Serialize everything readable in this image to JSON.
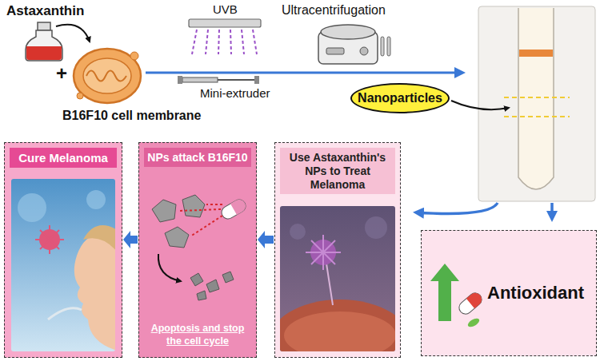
{
  "diagram": {
    "nodes": [
      {
        "text": [
          "Nanoparticles"
        ]
      },
      {
        "text": [
          "Cure Melanoma"
        ]
      },
      {
        "text": [
          "NPs attack B16F10",
          "Apoptosis and stop the cell cycle"
        ]
      },
      {
        "text": [
          "Use Astaxanthin's NPs to Treat Melanoma"
        ]
      },
      {
        "text": [
          "Antioxidant"
        ]
      }
    ],
    "edges": [
      {
        "from": 3,
        "to": 2,
        "arrow": "to"
      },
      {
        "from": 2,
        "to": 1,
        "arrow": "to"
      }
    ],
    "labels": [
      "Astaxanthin",
      "+",
      "B16F10 cell membrane",
      "UVB",
      "Ultracentrifugation",
      "Mini-extruder"
    ]
  }
}
